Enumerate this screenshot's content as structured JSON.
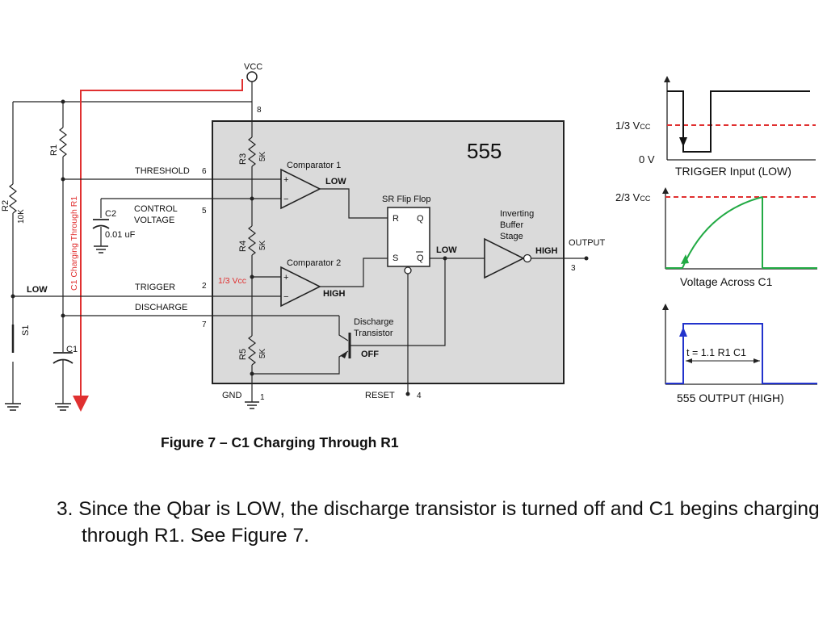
{
  "schematic": {
    "vcc": "VCC",
    "chip": "555",
    "pins": {
      "p8": "8",
      "p6": "6",
      "p5": "5",
      "p2": "2",
      "p7": "7",
      "p3": "3",
      "p1": "1",
      "p4": "4"
    },
    "signals": {
      "threshold": "THRESHOLD",
      "control_line1": "CONTROL",
      "control_line2": "VOLTAGE",
      "trigger": "TRIGGER",
      "discharge": "DISCHARGE",
      "output": "OUTPUT",
      "gnd": "GND",
      "reset": "RESET",
      "low_input": "LOW"
    },
    "components": {
      "r1": "R1",
      "r2": "R2",
      "r2_value": "10K",
      "c1": "C1",
      "c2": "C2",
      "c2_value": "0.01 uF",
      "r3": "R3",
      "r4": "R4",
      "r5": "R5",
      "r_value": "5K",
      "s1": "S1"
    },
    "blocks": {
      "comparator1": "Comparator 1",
      "comparator2": "Comparator 2",
      "comp_in_plus": "+",
      "comp_in_minus": "−",
      "sr_flip_flop": "SR Flip Flop",
      "ff_r": "R",
      "ff_q": "Q",
      "ff_s": "S",
      "ff_qbar": "Q",
      "buffer_line1": "Inverting",
      "buffer_line2": "Buffer",
      "buffer_line3": "Stage",
      "discharge_line1": "Discharge",
      "discharge_line2": "Transistor"
    },
    "states": {
      "comp1_out": "LOW",
      "comp2_out": "HIGH",
      "ff_out": "LOW",
      "buffer_out": "HIGH",
      "transistor": "OFF"
    },
    "one_third_vcc": "1/3 Vcc",
    "charging_label": "C1 Charging Through R1"
  },
  "waveforms": {
    "trigger": {
      "label_top": "1/3 V",
      "label_top_sub": "CC",
      "label_bottom": "0 V",
      "caption": "TRIGGER Input (LOW)"
    },
    "capacitor": {
      "label": "2/3 V",
      "label_sub": "CC",
      "caption": "Voltage Across C1"
    },
    "output": {
      "timing": "t = 1.1 R1 C1",
      "caption": "555 OUTPUT (HIGH)"
    }
  },
  "colors": {
    "chip_fill": "#dadada",
    "charge_path": "#e03030",
    "threshold_dash": "#e03030",
    "cap_curve": "#22aa44",
    "output_pulse": "#2233cc"
  },
  "figure_caption": "Figure 7 – C1 Charging Through R1",
  "step_text": "3. Since the Qbar is LOW, the discharge transistor is turned off and C1 begins charging through R1. See Figure 7."
}
